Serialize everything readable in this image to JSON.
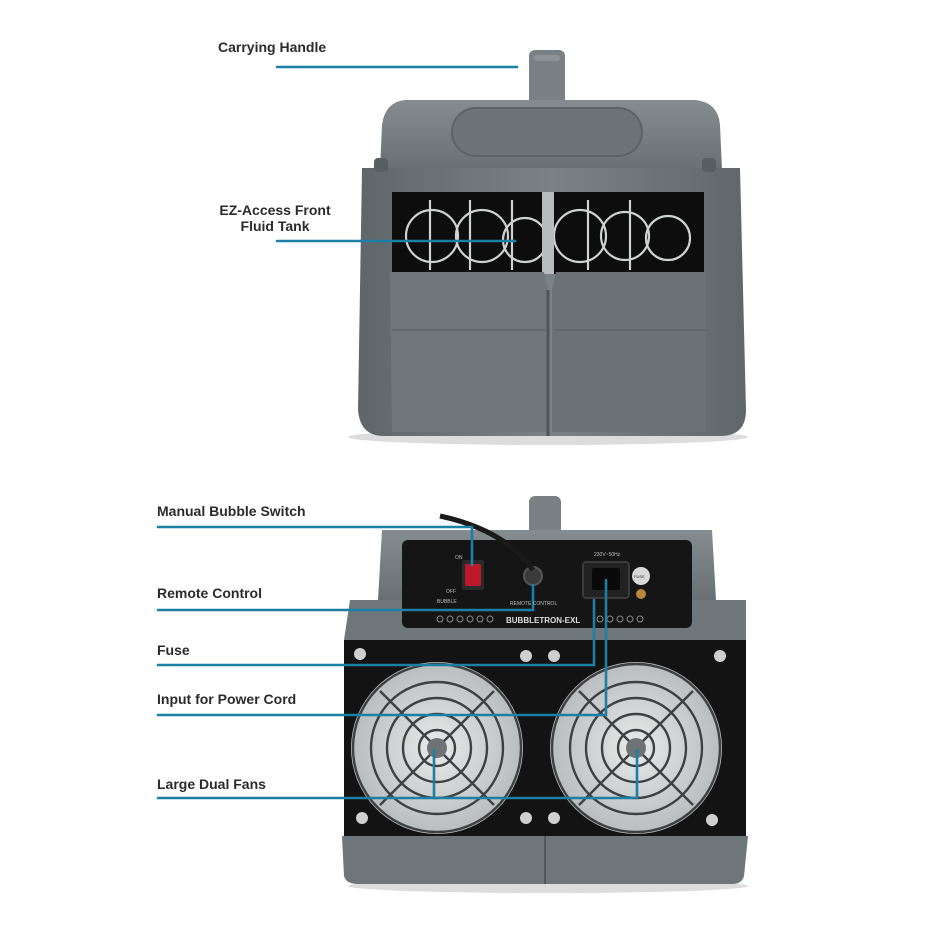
{
  "callouts_top": {
    "carrying_handle": "Carrying Handle",
    "fluid_tank_line1": "EZ-Access Front",
    "fluid_tank_line2": "Fluid Tank"
  },
  "callouts_bottom": {
    "manual_switch": "Manual Bubble Switch",
    "remote_control": "Remote Control",
    "fuse": "Fuse",
    "power_input": "Input for Power Cord",
    "dual_fans": "Large Dual Fans"
  },
  "panel_text": {
    "brand": "BUBBLETRON-EXL",
    "switch_on": "ON",
    "switch_off": "OFF",
    "switch_label": "BUBBLE",
    "remote_label": "REMOTE CONTROL",
    "power_rating": "230V~50Hz",
    "fuse_label": "FUSE"
  },
  "colors": {
    "callout_line": "#1b7fa6",
    "body_gray": "#6f7679",
    "panel_black": "#151515",
    "switch_red": "#c0182b"
  }
}
